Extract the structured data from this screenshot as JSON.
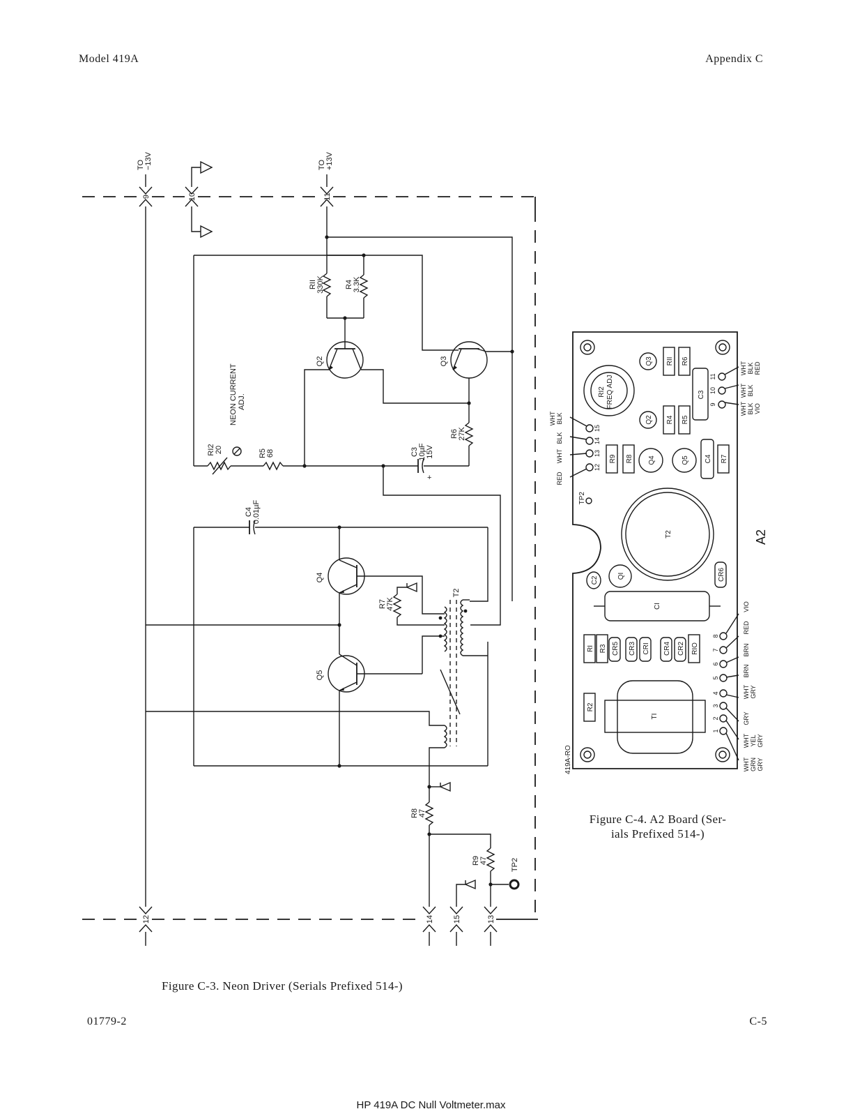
{
  "header": {
    "left": "Model 419A",
    "right": "Appendix C"
  },
  "schematic": {
    "connectors": {
      "p9": "9",
      "p10": "10",
      "p11": "11",
      "p12": "12",
      "p13": "13",
      "p14": "14",
      "p15": "15",
      "to_minus": "TO",
      "minus_13v": "−13V",
      "to_plus": "TO",
      "plus_13v": "+13V"
    },
    "components": {
      "r11": "RII",
      "r11_val": "330K",
      "r4": "R4",
      "r4_val": "3.3K",
      "q2": "Q2",
      "q3": "Q3",
      "neon_current": "NEON CURRENT",
      "adj": "ADJ.",
      "r12": "RI2",
      "r12_val": "20",
      "r5": "R5",
      "r5_val": "68",
      "c3": "C3",
      "c3_val": "10µF",
      "c3_v": "15V",
      "r6": "R6",
      "r6_val": "27K",
      "c4": "C4",
      "c4_val": "0.01µF",
      "q4": "Q4",
      "q5": "Q5",
      "r7": "R7",
      "r7_val": "47K",
      "t2": "T2",
      "r8": "R8",
      "r8_val": "47",
      "r9": "R9",
      "r9_val": "47",
      "tp2": "TP2"
    }
  },
  "board": {
    "name": "A2",
    "code": "419A-RO",
    "parts": {
      "q3": "Q3",
      "r11": "RII",
      "r6": "R6",
      "c3": "C3",
      "r12": "RI2",
      "freq_adj": "FREQ ADJ",
      "q2": "Q2",
      "r4": "R4",
      "r5": "R5",
      "r9": "R9",
      "r8": "R8",
      "q4": "Q4",
      "q5": "Q5",
      "c4": "C4",
      "r7": "R7",
      "tp2": "TP2",
      "t2": "T2",
      "q1": "QI",
      "c2": "C2",
      "cr6": "CR6",
      "c1": "CI",
      "r1": "RI",
      "r3": "R3",
      "cr5": "CR5",
      "cr3": "CR3",
      "cr1": "CRI",
      "cr4": "CR4",
      "cr2": "CR2",
      "r10": "RIO",
      "r2": "R2",
      "t1": "TI"
    },
    "pins_top": {
      "p9": "9",
      "p10": "10",
      "p11": "11",
      "p12": "12",
      "p13": "13",
      "p14": "14",
      "p15": "15"
    },
    "wires_top": {
      "w11a": "WHT",
      "w11b": "BLK",
      "w11c": "RED",
      "w10a": "WHT",
      "w10b": "BLK",
      "w9a": "WHT",
      "w9b": "BLK",
      "w9c": "VIO",
      "w15a": "WHT",
      "w15b": "BLK",
      "w14": "BLK",
      "w13": "WHT",
      "w12": "RED"
    },
    "pins_bottom": {
      "p1": "1",
      "p2": "2",
      "p3": "3",
      "p4": "4",
      "p5": "5",
      "p6": "6",
      "p7": "7",
      "p8": "8"
    },
    "wires_bottom": {
      "w8": "VIO",
      "w7": "RED",
      "w6": "BRN",
      "w5": "BRN",
      "w4a": "WHT",
      "w4b": "GRY",
      "w3": "GRY",
      "w2a": "WHT",
      "w2b": "YEL",
      "w2c": "GRY",
      "w1a": "WHT",
      "w1b": "GRN",
      "w1c": "GRY"
    }
  },
  "captions": {
    "fig3": "Figure C-3.  Neon Driver (Serials Prefixed 514-)",
    "fig4_line1": "Figure C-4.  A2 Board (Ser-",
    "fig4_line2": "ials Prefixed 514-)"
  },
  "page": {
    "code": "01779-2",
    "number": "C-5"
  },
  "footer": "HP 419A DC Null Voltmeter.max"
}
